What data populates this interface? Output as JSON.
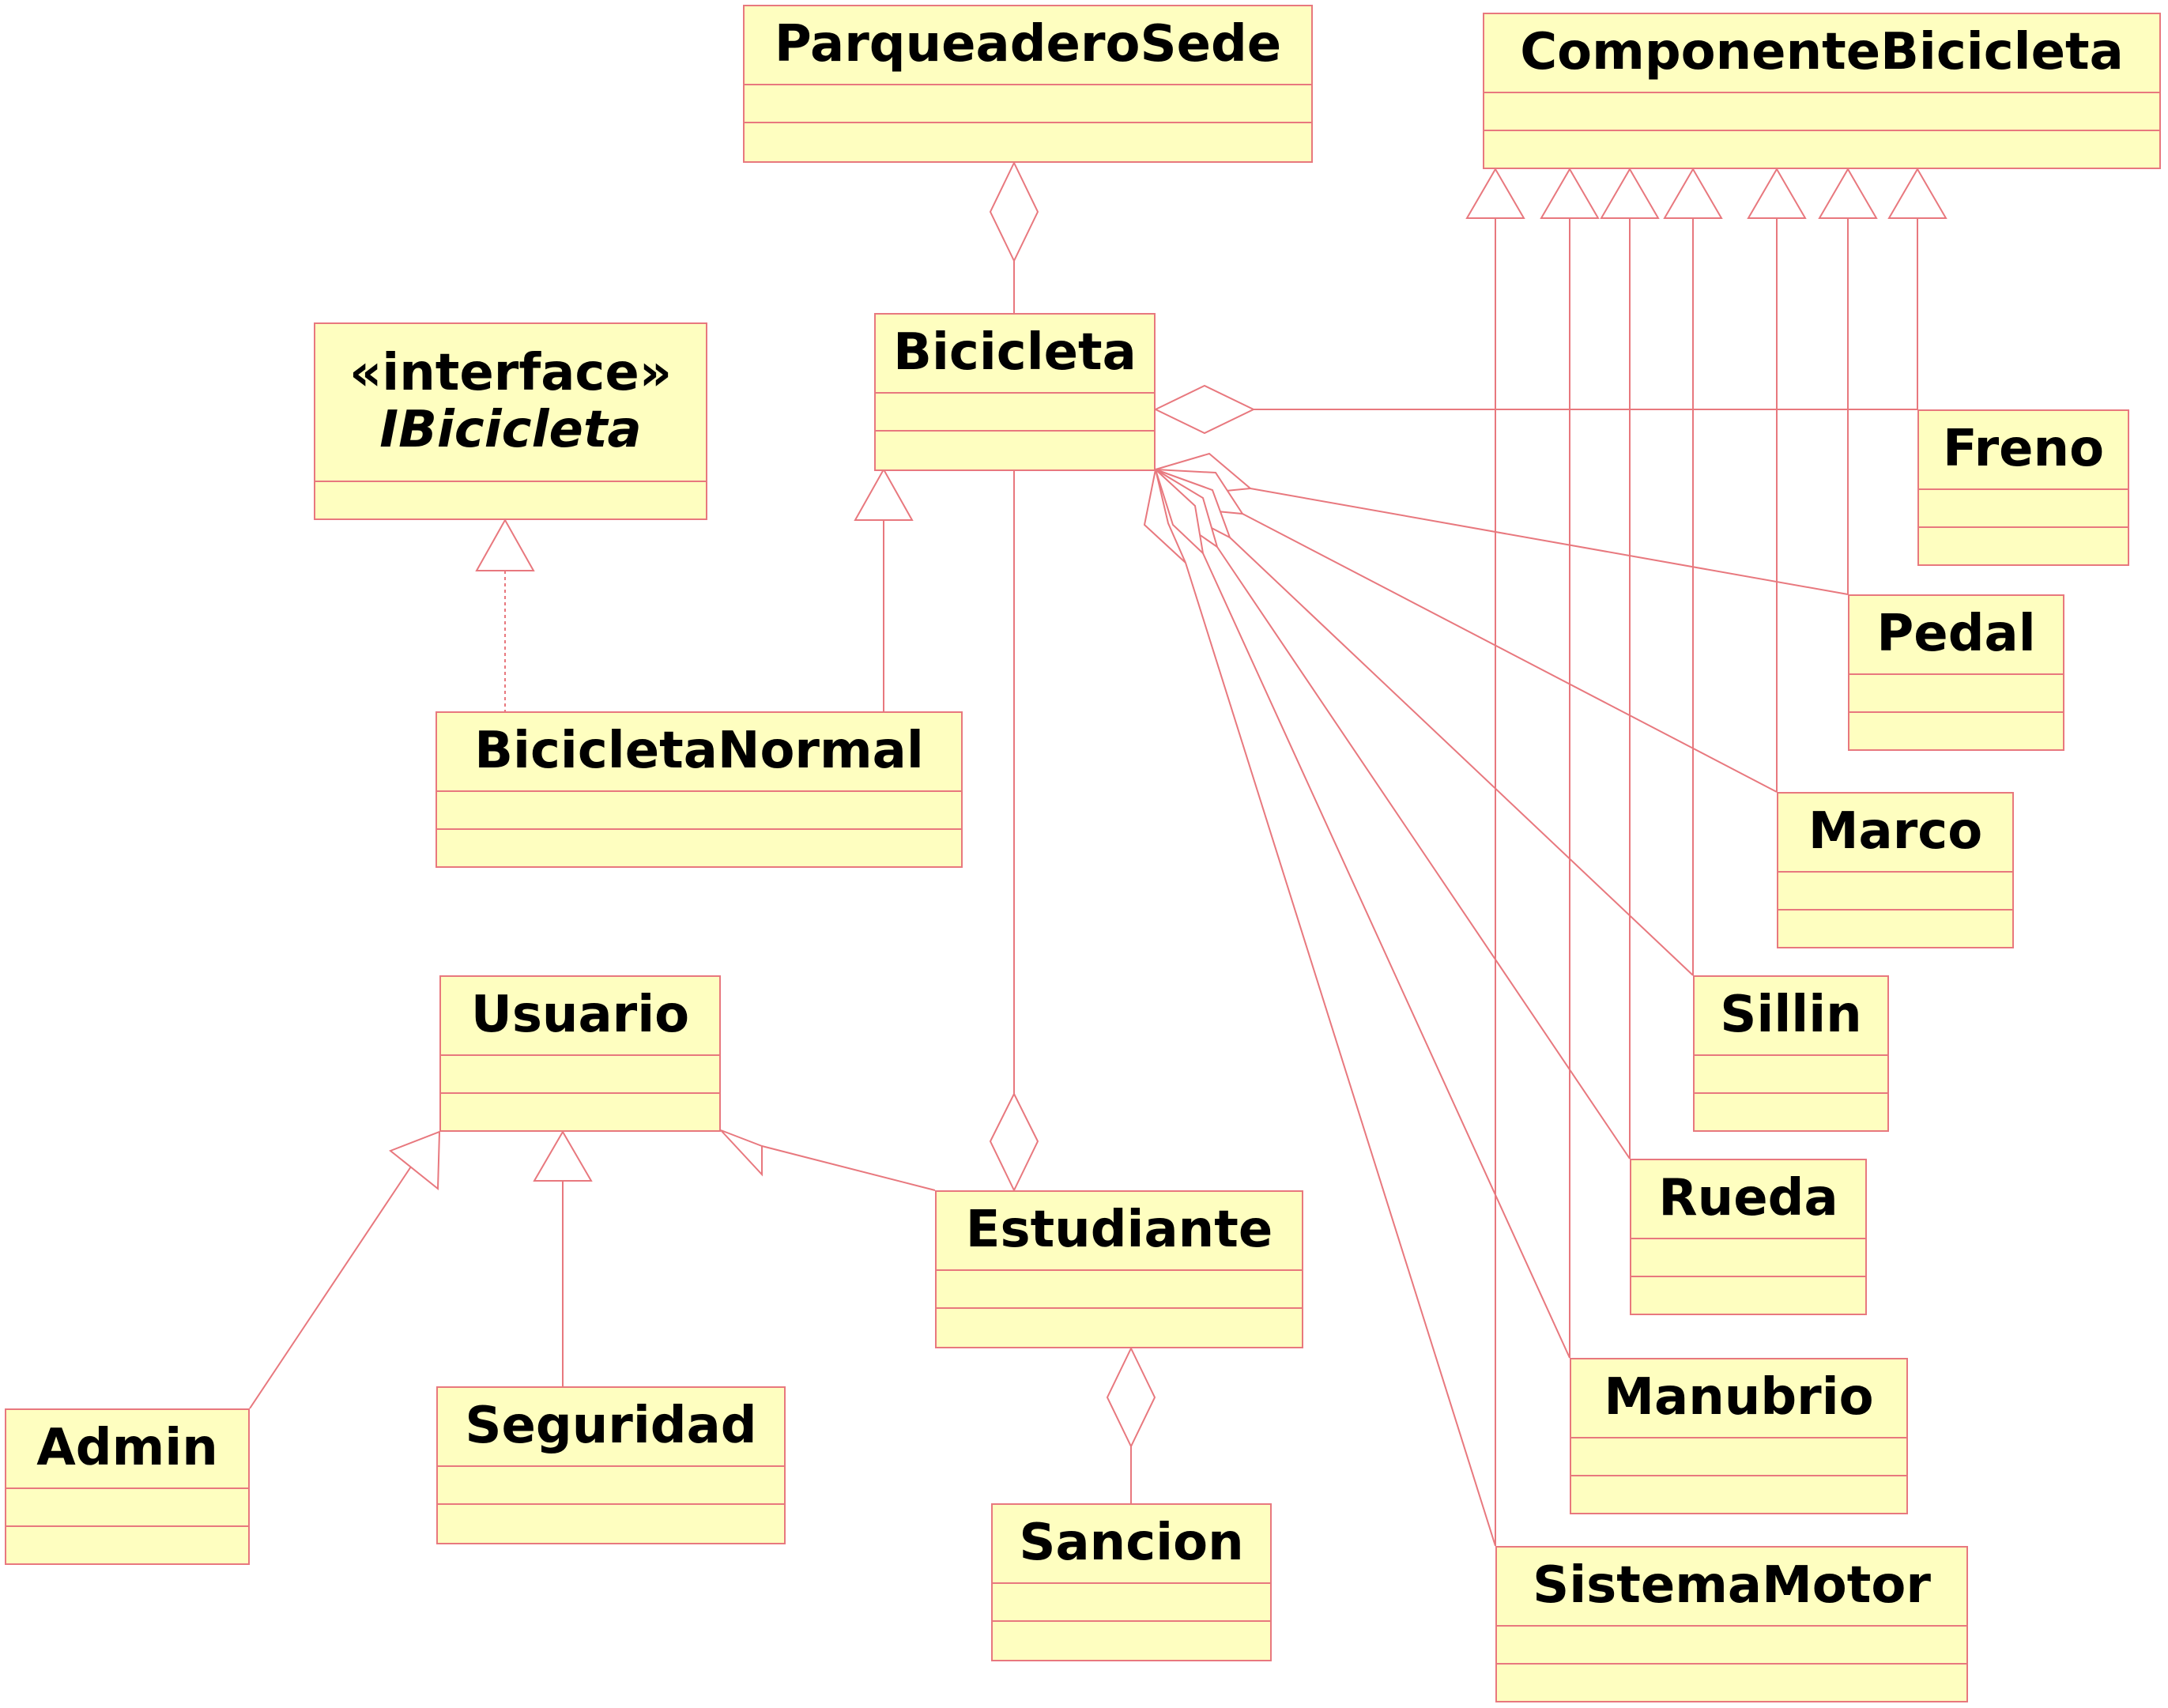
{
  "colors": {
    "class_fill": "#fefec0",
    "line": "#e8787e",
    "text": "#000000"
  },
  "classes": {
    "parqueadero_sede": {
      "name": "ParqueaderoSede"
    },
    "componente_bicicleta": {
      "name": "ComponenteBicicleta"
    },
    "ibicicleta": {
      "stereotype": "«interface»",
      "name": "IBicicleta"
    },
    "bicicleta": {
      "name": "Bicicleta"
    },
    "bicicleta_normal": {
      "name": "BicicletaNormal"
    },
    "freno": {
      "name": "Freno"
    },
    "pedal": {
      "name": "Pedal"
    },
    "marco": {
      "name": "Marco"
    },
    "sillin": {
      "name": "Sillin"
    },
    "rueda": {
      "name": "Rueda"
    },
    "manubrio": {
      "name": "Manubrio"
    },
    "sistema_motor": {
      "name": "SistemaMotor"
    },
    "usuario": {
      "name": "Usuario"
    },
    "estudiante": {
      "name": "Estudiante"
    },
    "admin": {
      "name": "Admin"
    },
    "seguridad": {
      "name": "Seguridad"
    },
    "sancion": {
      "name": "Sancion"
    }
  },
  "relationships": [
    {
      "type": "aggregation",
      "whole": "ParqueaderoSede",
      "part": "Bicicleta"
    },
    {
      "type": "realization",
      "from": "BicicletaNormal",
      "to": "IBicicleta"
    },
    {
      "type": "generalization",
      "from": "BicicletaNormal",
      "to": "Bicicleta"
    },
    {
      "type": "aggregation",
      "whole": "Bicicleta",
      "part": "Freno"
    },
    {
      "type": "aggregation",
      "whole": "Bicicleta",
      "part": "Pedal"
    },
    {
      "type": "aggregation",
      "whole": "Bicicleta",
      "part": "Marco"
    },
    {
      "type": "aggregation",
      "whole": "Bicicleta",
      "part": "Sillin"
    },
    {
      "type": "aggregation",
      "whole": "Bicicleta",
      "part": "Rueda"
    },
    {
      "type": "aggregation",
      "whole": "Bicicleta",
      "part": "Manubrio"
    },
    {
      "type": "aggregation",
      "whole": "Bicicleta",
      "part": "SistemaMotor"
    },
    {
      "type": "aggregation",
      "whole": "Estudiante",
      "part": "Bicicleta"
    },
    {
      "type": "aggregation",
      "whole": "Estudiante",
      "part": "Sancion"
    },
    {
      "type": "generalization",
      "from": "Estudiante",
      "to": "Usuario"
    },
    {
      "type": "generalization",
      "from": "Admin",
      "to": "Usuario"
    },
    {
      "type": "generalization",
      "from": "Seguridad",
      "to": "Usuario"
    },
    {
      "type": "generalization",
      "from": "SistemaMotor",
      "to": "ComponenteBicicleta"
    },
    {
      "type": "generalization",
      "from": "Manubrio",
      "to": "ComponenteBicicleta"
    },
    {
      "type": "generalization",
      "from": "Rueda",
      "to": "ComponenteBicicleta"
    },
    {
      "type": "generalization",
      "from": "Sillin",
      "to": "ComponenteBicicleta"
    },
    {
      "type": "generalization",
      "from": "Marco",
      "to": "ComponenteBicicleta"
    },
    {
      "type": "generalization",
      "from": "Pedal",
      "to": "ComponenteBicicleta"
    },
    {
      "type": "generalization",
      "from": "Freno",
      "to": "ComponenteBicicleta"
    }
  ]
}
